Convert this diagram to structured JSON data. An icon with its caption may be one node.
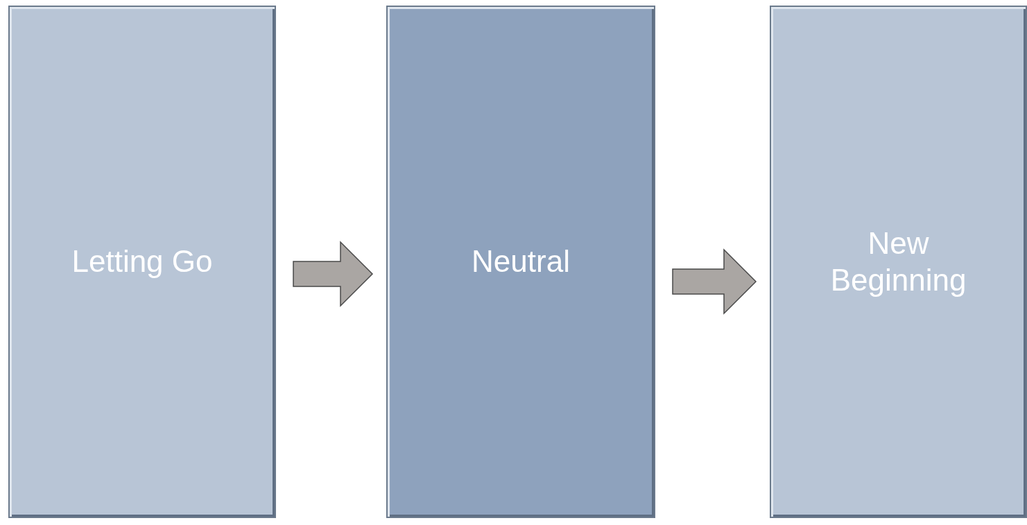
{
  "diagram": {
    "nodes": [
      {
        "text": [
          "Letting Go"
        ]
      },
      {
        "text": [
          "Neutral"
        ]
      },
      {
        "text": [
          "New Beginning"
        ]
      }
    ],
    "edges": [
      {
        "from": 0,
        "to": 1,
        "arrow": "to"
      },
      {
        "from": 1,
        "to": 2,
        "arrow": "to"
      }
    ]
  }
}
